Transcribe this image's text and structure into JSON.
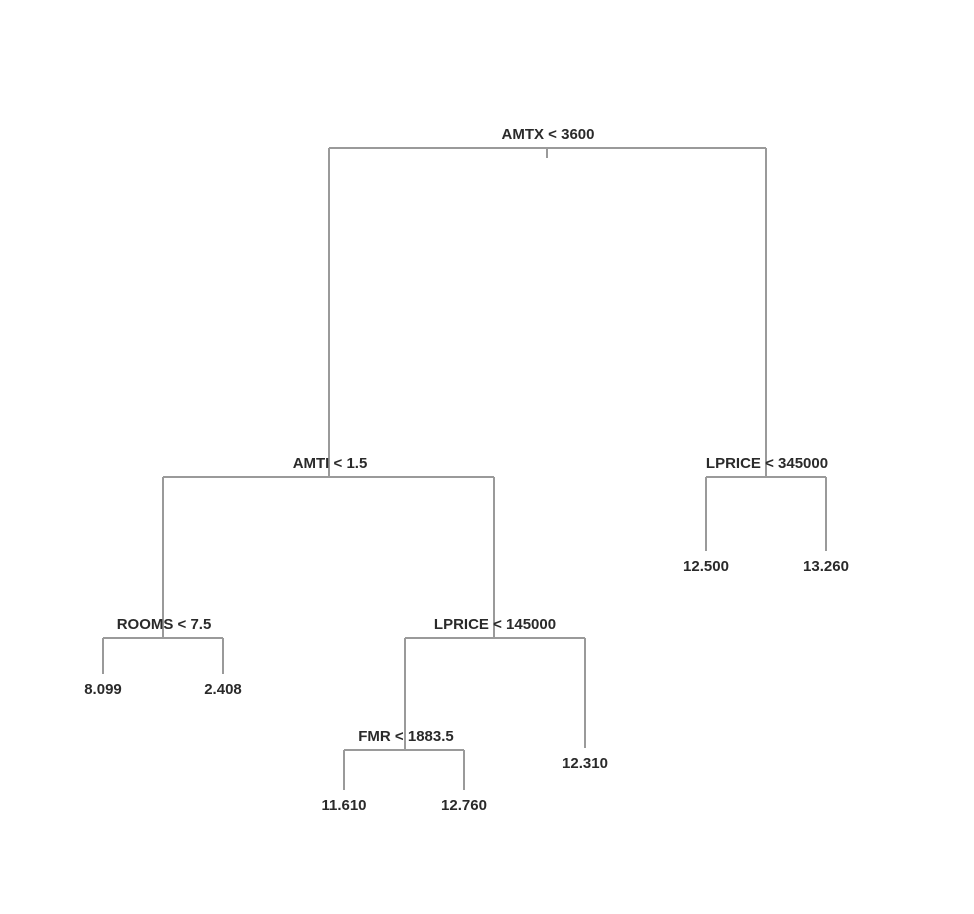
{
  "tree": {
    "id": "root",
    "label": "AMTX < 3600",
    "children": [
      {
        "id": "amti",
        "label": "AMTI < 1.5",
        "children": [
          {
            "id": "rooms",
            "label": "ROOMS < 7.5",
            "children": [
              {
                "id": "leaf-8099",
                "label": "8.099"
              },
              {
                "id": "leaf-2408",
                "label": "2.408"
              }
            ]
          },
          {
            "id": "lprice-145000",
            "label": "LPRICE < 145000",
            "children": [
              {
                "id": "fmr",
                "label": "FMR < 1883.5",
                "children": [
                  {
                    "id": "leaf-11610",
                    "label": "11.610"
                  },
                  {
                    "id": "leaf-12760",
                    "label": "12.760"
                  }
                ]
              },
              {
                "id": "leaf-12310",
                "label": "12.310"
              }
            ]
          }
        ]
      },
      {
        "id": "lprice-345000",
        "label": "LPRICE < 345000",
        "children": [
          {
            "id": "leaf-12500",
            "label": "12.500"
          },
          {
            "id": "leaf-13260",
            "label": "13.260"
          }
        ]
      }
    ]
  }
}
